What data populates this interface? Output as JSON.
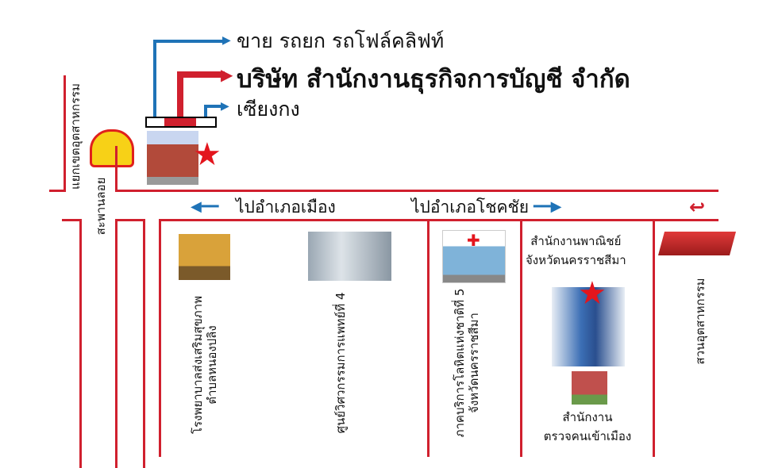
{
  "title_lines": {
    "forklift": "ขาย รถยก รถโฟล์คลิฟท์",
    "company": "บริษัท สำนักงานธุรกิจการบัญชี จำกัด",
    "chiang_kong": "เซียงกง"
  },
  "directions": {
    "left": "ไปอำเภอเมือง",
    "right": "ไปอำเภอโชคชัย"
  },
  "roads": {
    "junction": "แยกเขตอุตสาหกรรม",
    "overpass": "สะพานลอย"
  },
  "landmarks": {
    "hospital": [
      "โรงพยาบาลส่งเสริมสุขภาพ",
      "ตำบลหนองปลิง"
    ],
    "medical_eng": "ศูนย์วิศวกรรมการแพทย์ที่ 4",
    "blood": [
      "ภาคบริการโลหิตแห่งชาติที่ 5",
      "จังหวัดนครราชสีมา"
    ],
    "commerce": [
      "สำนักงานพาณิชย์",
      "จังหวัดนครราชสีมา"
    ],
    "immigration": [
      "สำนักงาน",
      "ตรวจคนเข้าเมือง"
    ],
    "industrial_park": "สวนอุตสาหกรรม"
  },
  "colors": {
    "road": "#d0202e",
    "arrow": "#1f73b7"
  }
}
